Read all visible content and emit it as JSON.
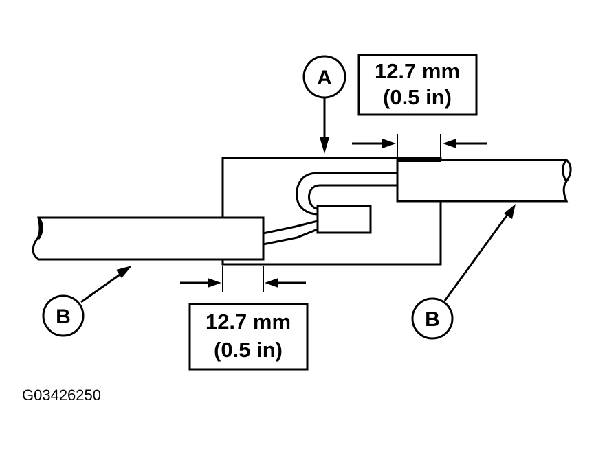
{
  "callouts": {
    "a": "A",
    "b_left": "B",
    "b_right": "B"
  },
  "dimension_top": {
    "line1": "12.7 mm",
    "line2": "(0.5 in)"
  },
  "dimension_bottom": {
    "line1": "12.7 mm",
    "line2": "(0.5 in)"
  },
  "figure_id": "G03426250"
}
